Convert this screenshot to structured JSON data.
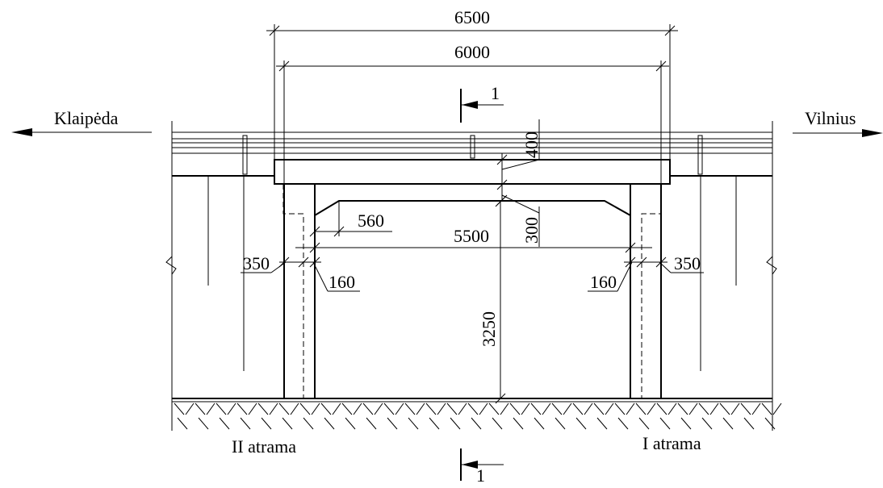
{
  "directions": {
    "left": "Klaipėda",
    "right": "Vilnius"
  },
  "supports": {
    "left": "II atrama",
    "right": "I atrama"
  },
  "section": {
    "top": "1",
    "bottom": "1"
  },
  "dims": {
    "overall_length": "6500",
    "beam_length": "6000",
    "clear_span": "5500",
    "beam_depth": "400",
    "haunch_depth": "300",
    "haunch_length": "560",
    "pier_offset_left": "350",
    "pier_offset_right": "350",
    "dash_offset_left": "160",
    "dash_offset_right": "160",
    "clear_height": "3250"
  }
}
